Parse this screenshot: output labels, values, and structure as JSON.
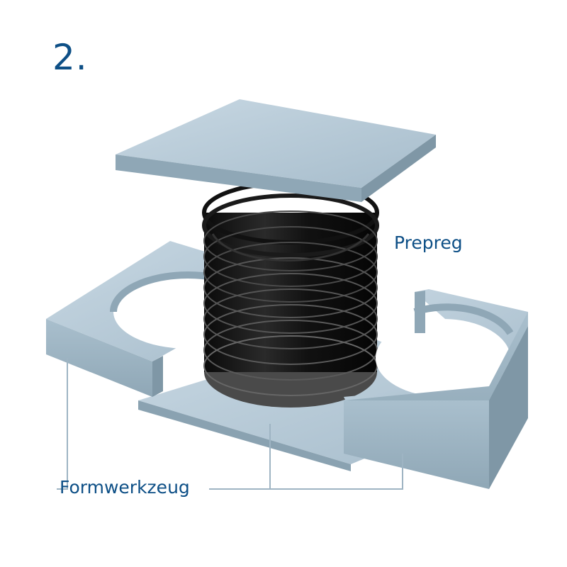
{
  "step": {
    "number": "2."
  },
  "labels": {
    "prepreg": "Prepreg",
    "formwerkzeug": "Formwerkzeug"
  },
  "colors": {
    "tool": "#a9bfcd",
    "tool_light": "#c3d4df",
    "tool_dark": "#7f97a6",
    "coil": "#141414",
    "text": "#0d4f86",
    "leader": "#9eb4c3"
  }
}
